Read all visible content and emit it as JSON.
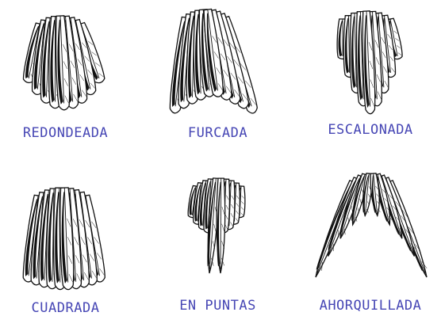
{
  "colors": {
    "ink": "#111111",
    "feather_fill": "#ffffff",
    "label": "#4747b5"
  },
  "tails": [
    {
      "id": "redondeada",
      "label": "REDONDEADA",
      "feathers": 9,
      "shape": "rounded"
    },
    {
      "id": "furcada",
      "label": "FURCADA",
      "feathers": 10,
      "shape": "forked"
    },
    {
      "id": "escalonada",
      "label": "ESCALONADA",
      "feathers": 9,
      "shape": "graduated"
    },
    {
      "id": "cuadrada",
      "label": "CUADRADA",
      "feathers": 10,
      "shape": "square"
    },
    {
      "id": "en-puntas",
      "label": "EN PUNTAS",
      "feathers": 10,
      "shape": "pointed"
    },
    {
      "id": "ahorquillada",
      "label": "AHORQUILLADA",
      "feathers": 10,
      "shape": "deep-forked"
    }
  ]
}
